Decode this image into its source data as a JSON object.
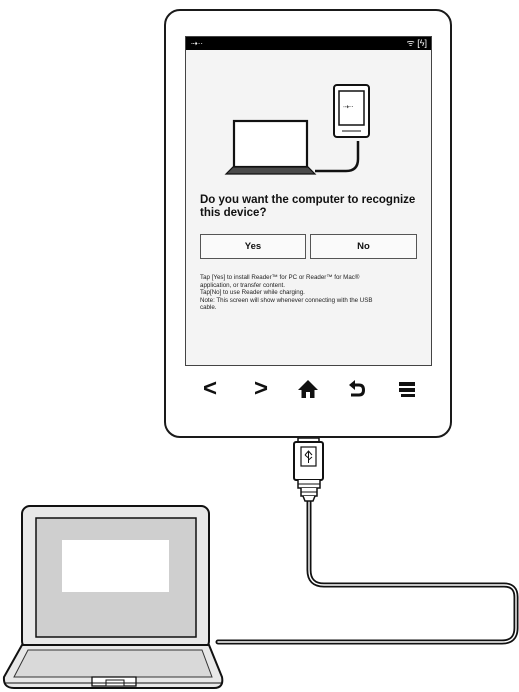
{
  "status_bar": {
    "usb_indicator": "⇢··",
    "right_icons": "ᯤ [ϟ]"
  },
  "dialog": {
    "question": "Do you want the computer to recognize this device?",
    "yes_label": "Yes",
    "no_label": "No",
    "info_lines": [
      "Tap [Yes] to install Reader™ for PC or Reader™ for Mac®",
      "application, or transfer content.",
      "Tap[No] to use Reader while charging.",
      "Note: This screen will show whenever connecting with the USB",
      "cable."
    ]
  },
  "nav_buttons": {
    "back": "<",
    "forward": ">",
    "home": "home-icon",
    "return": "return-icon",
    "menu": "menu-icon"
  },
  "illustration": {
    "mini_device_label": "⇢··"
  }
}
